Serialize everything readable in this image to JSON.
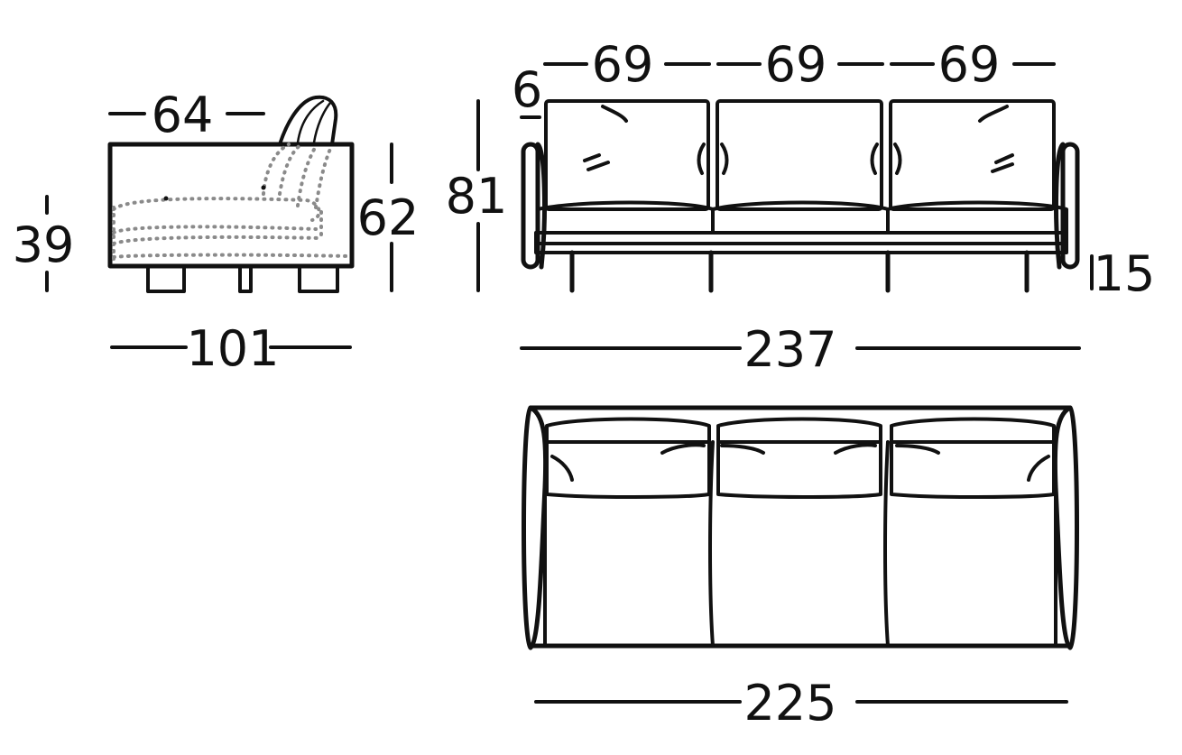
{
  "side_view": {
    "seat_depth": "64",
    "seat_height": "39",
    "height": "62",
    "depth": "101"
  },
  "front_view": {
    "cushion_width_1": "69",
    "cushion_width_2": "69",
    "cushion_width_3": "69",
    "arm_offset": "6",
    "height": "81",
    "leg_height": "15",
    "width": "237"
  },
  "top_view": {
    "inner_width": "225"
  }
}
